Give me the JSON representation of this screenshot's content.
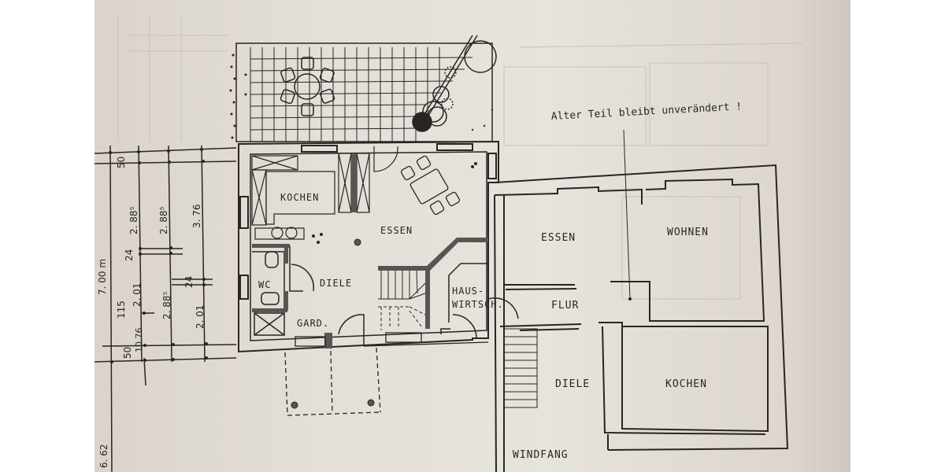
{
  "document": {
    "type": "architectural floor plan (ground floor, extension)",
    "note": "Alter Teil bleibt unverändert !"
  },
  "rooms_new_part": {
    "kochen": "KOCHEN",
    "essen": "ESSEN",
    "diele": "DIELE",
    "wc": "WC",
    "gard": "GARD.",
    "haus_line1": "HAUS-",
    "haus_line2": "WIRTSCH."
  },
  "rooms_old_part": {
    "essen": "ESSEN",
    "wohnen": "WOHNEN",
    "flur": "FLUR",
    "diele": "DIELE",
    "kochen": "KOCHEN",
    "windfang": "WINDFANG"
  },
  "dimensions": {
    "total_height": "7. 00 m",
    "col1": [
      "115",
      "10.76",
      "50"
    ],
    "col2": [
      "50",
      "2. 88⁵",
      "24",
      "2. 01"
    ],
    "col3": [
      "2. 88⁵",
      "24",
      "2. 88⁵"
    ],
    "col4": [
      "3. 76",
      "24",
      "2. 01"
    ],
    "lower": "6. 62"
  },
  "colors": {
    "paper": "#e4dfd8",
    "ink": "#2a2522",
    "wall_fill": "#5a5552"
  }
}
